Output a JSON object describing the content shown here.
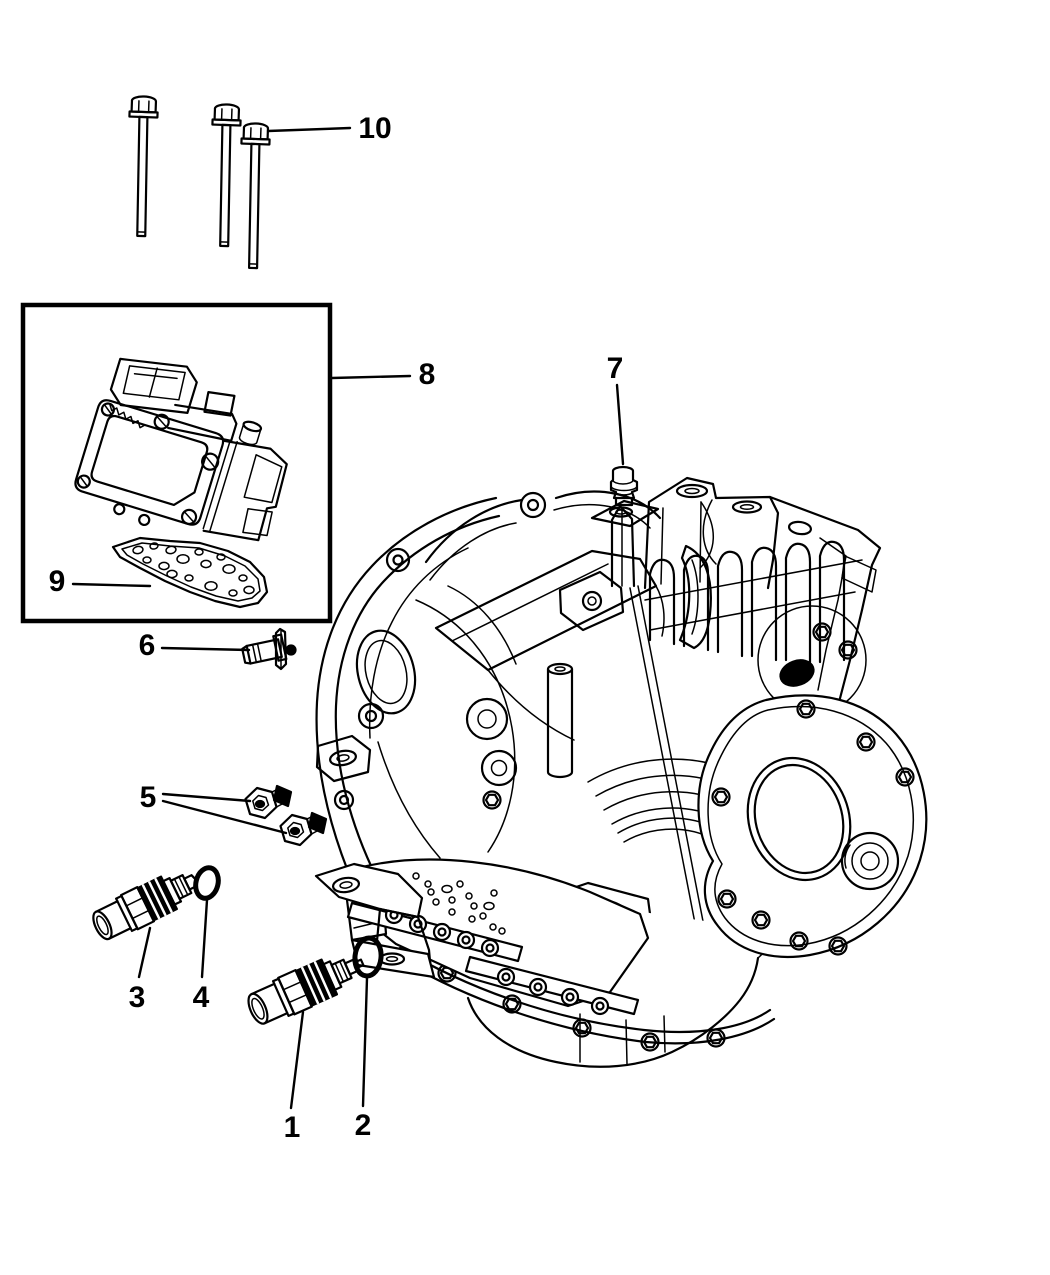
{
  "colors": {
    "background": "#ffffff",
    "line": "#000000"
  },
  "callouts": [
    {
      "label": "1"
    },
    {
      "label": "2"
    },
    {
      "label": "3"
    },
    {
      "label": "4"
    },
    {
      "label": "5"
    },
    {
      "label": "6"
    },
    {
      "label": "7"
    },
    {
      "label": "8"
    },
    {
      "label": "9"
    },
    {
      "label": "10"
    }
  ]
}
